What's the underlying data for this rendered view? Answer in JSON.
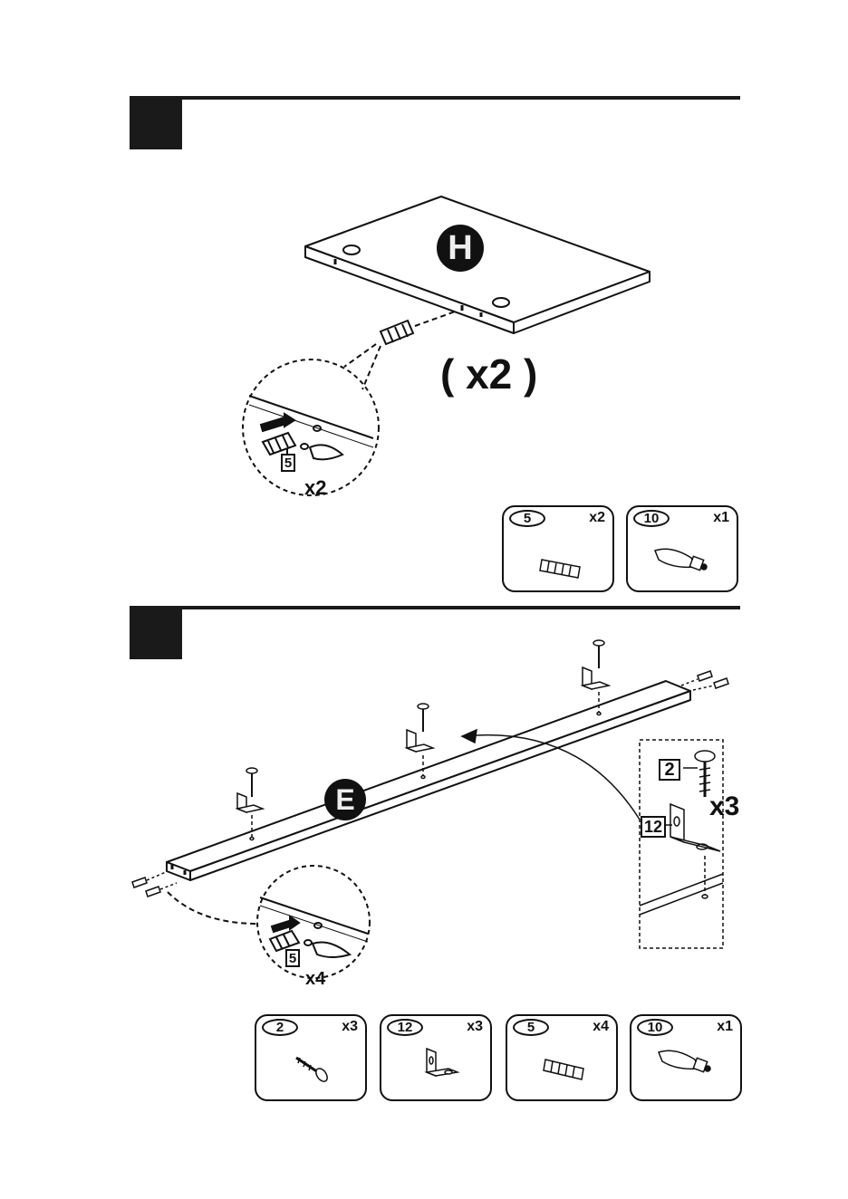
{
  "step1": {
    "panel_letter": "H",
    "multiplier": "( x2 )",
    "detail_part": "5",
    "detail_qty": "x2",
    "parts": [
      {
        "num": "5",
        "qty": "x2",
        "icon": "dowel-icon"
      },
      {
        "num": "10",
        "qty": "x1",
        "icon": "cam-bolt-icon"
      }
    ]
  },
  "step2": {
    "panel_letter": "E",
    "detail_part": "5",
    "detail_qty": "x4",
    "callout_screw": "2",
    "callout_bracket": "12",
    "callout_qty": "x3",
    "parts": [
      {
        "num": "2",
        "qty": "x3",
        "icon": "screw-icon"
      },
      {
        "num": "12",
        "qty": "x3",
        "icon": "l-bracket-icon"
      },
      {
        "num": "5",
        "qty": "x4",
        "icon": "dowel-icon"
      },
      {
        "num": "10",
        "qty": "x1",
        "icon": "cam-bolt-icon"
      }
    ]
  },
  "colors": {
    "ink": "#111111",
    "panel_fill": "#ffffff",
    "step_box": "#1a1a1a"
  }
}
